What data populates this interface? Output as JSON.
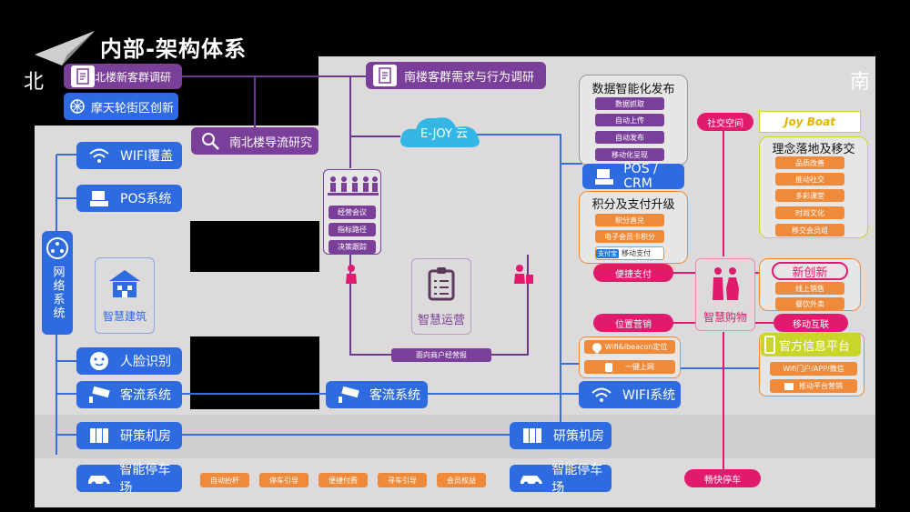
{
  "title": "内部-架构体系",
  "dir": {
    "north": "北",
    "south": "南"
  },
  "colors": {
    "blue": "#2f6be0",
    "purple": "#7a3f98",
    "orange": "#ef8a3b",
    "pink": "#e01b6e",
    "yellow": "#c9d629"
  },
  "research": {
    "north": "北楼新客群调研",
    "ferris": "摩天轮街区创新",
    "south": "南楼客群需求与行为调研",
    "flow": "南北楼导流研究"
  },
  "cloud": "E-JOY 云",
  "left": {
    "wifi": "WIFI覆盖",
    "pos": "POS系统",
    "network": "网络系统",
    "building": "智慧建筑",
    "face": "人脸识别",
    "traffic": "客流系统",
    "datacenter": "研策机房",
    "parking": "智能停车场"
  },
  "mgmt": {
    "items": [
      "经营会议",
      "指标路径",
      "决策跟踪"
    ]
  },
  "ops": {
    "label": "智慧运营",
    "bottom": "面向商户经营报"
  },
  "middle": {
    "traffic": "客流系统",
    "datacenter": "研策机房",
    "parking": "智能停车场"
  },
  "parking_features": [
    "自动抬杆",
    "停车引导",
    "便捷付费",
    "寻车引导",
    "会员权益"
  ],
  "data_publish": {
    "title": "数据智能化发布",
    "items": [
      "数据抓取",
      "自动上传",
      "自动发布",
      "移动化呈现"
    ]
  },
  "pos_crm": "POS / CRM",
  "points": {
    "title": "积分及支付升级",
    "items": [
      "积分直兑",
      "电子会员卡积分",
      "移动支付"
    ],
    "alipay": "支付宝"
  },
  "pink": {
    "social": "社交空间",
    "pay": "便捷支付",
    "location": "位置营销",
    "mobile": "移动互联",
    "parking": "畅快停车"
  },
  "smart_shop": "智慧购物",
  "joy": {
    "logo": "Joy Boat"
  },
  "concept": {
    "title": "理念落地及移交",
    "items": [
      "品质改善",
      "推动社交",
      "多彩课堂",
      "时尚文化",
      "移交会员组"
    ]
  },
  "innovation": {
    "title": "新创新",
    "items": [
      "线上销售",
      "餐饮外卖"
    ]
  },
  "wifi_right": {
    "items": [
      "Wifi&ibeacon定位",
      "一键上网"
    ],
    "label": "WIFI系统"
  },
  "official": {
    "title": "官方信息平台",
    "items": [
      "Wifi门户/APP/微信",
      "推动平台营销"
    ]
  }
}
